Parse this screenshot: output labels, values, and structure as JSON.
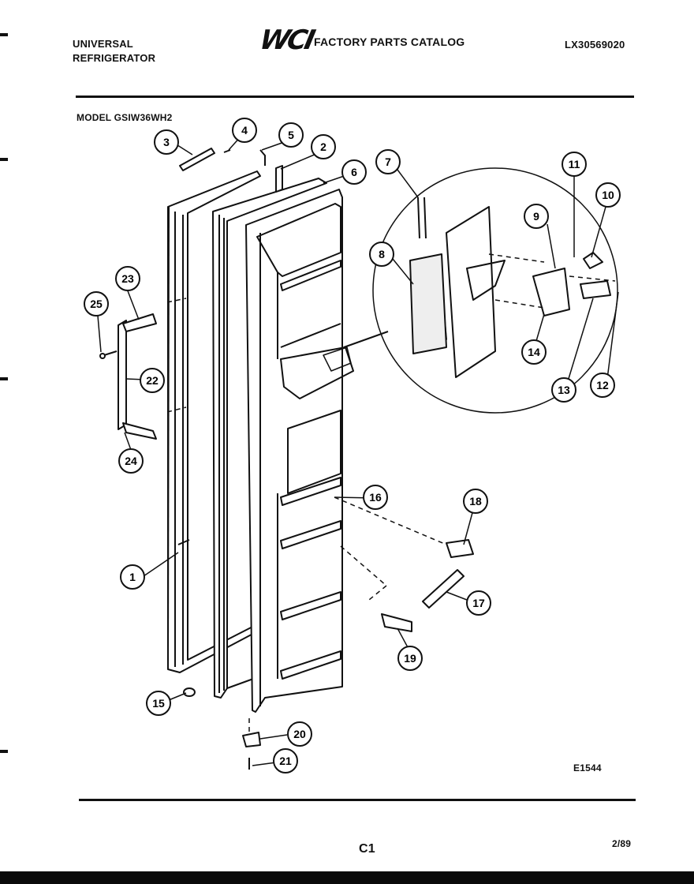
{
  "header": {
    "brand_line1": "UNIVERSAL",
    "brand_line2": "REFRIGERATOR",
    "logo": "WCI",
    "catalog_title": "FACTORY PARTS CATALOG",
    "part_number": "LX30569020"
  },
  "model_label": "MODEL GSIW36WH2",
  "callouts": [
    "1",
    "2",
    "3",
    "4",
    "5",
    "6",
    "7",
    "8",
    "9",
    "10",
    "11",
    "12",
    "13",
    "14",
    "15",
    "16",
    "17",
    "18",
    "19",
    "20",
    "21",
    "22",
    "23",
    "24",
    "25"
  ],
  "footer": {
    "diagram_code": "E1544",
    "page_id": "C1",
    "date": "2/89"
  }
}
